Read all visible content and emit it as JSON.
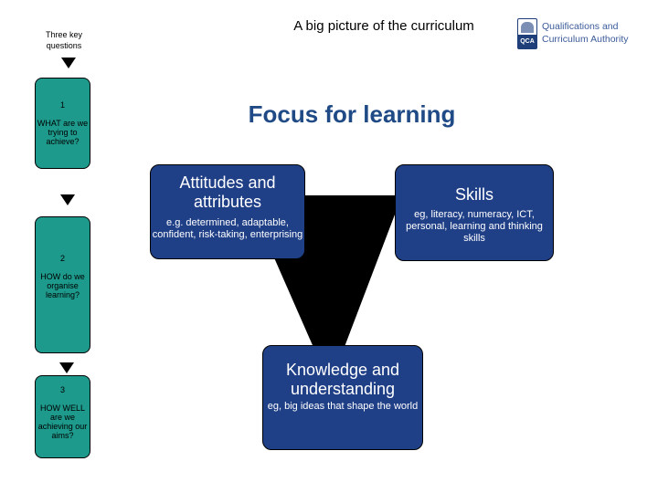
{
  "header": {
    "title": "A big picture of the curriculum",
    "logo_text": [
      "Qualifications and",
      "Curriculum Authority"
    ],
    "logo_badge": "QCA"
  },
  "sidebar": {
    "heading": "Three key questions",
    "questions": [
      {
        "number": "1",
        "text": "WHAT are we trying to achieve?"
      },
      {
        "number": "2",
        "text": "HOW do we organise learning?"
      },
      {
        "number": "3",
        "text": "HOW WELL are we achieving our aims?"
      }
    ]
  },
  "main": {
    "heading": "Focus for learning",
    "attitudes": {
      "title": "Attitudes and attributes",
      "text": "e.g. determined, adaptable, confident, risk-taking, enterprising"
    },
    "skills": {
      "title": "Skills",
      "text": "eg, literacy, numeracy, ICT, personal, learning and thinking skills"
    },
    "knowledge": {
      "title": "Knowledge and understanding",
      "text": "eg, big ideas that shape the world"
    }
  },
  "colors": {
    "question_box": "#1d9a8c",
    "card": "#1f3f87",
    "heading": "#1f4a86",
    "triangle": "#000000"
  }
}
